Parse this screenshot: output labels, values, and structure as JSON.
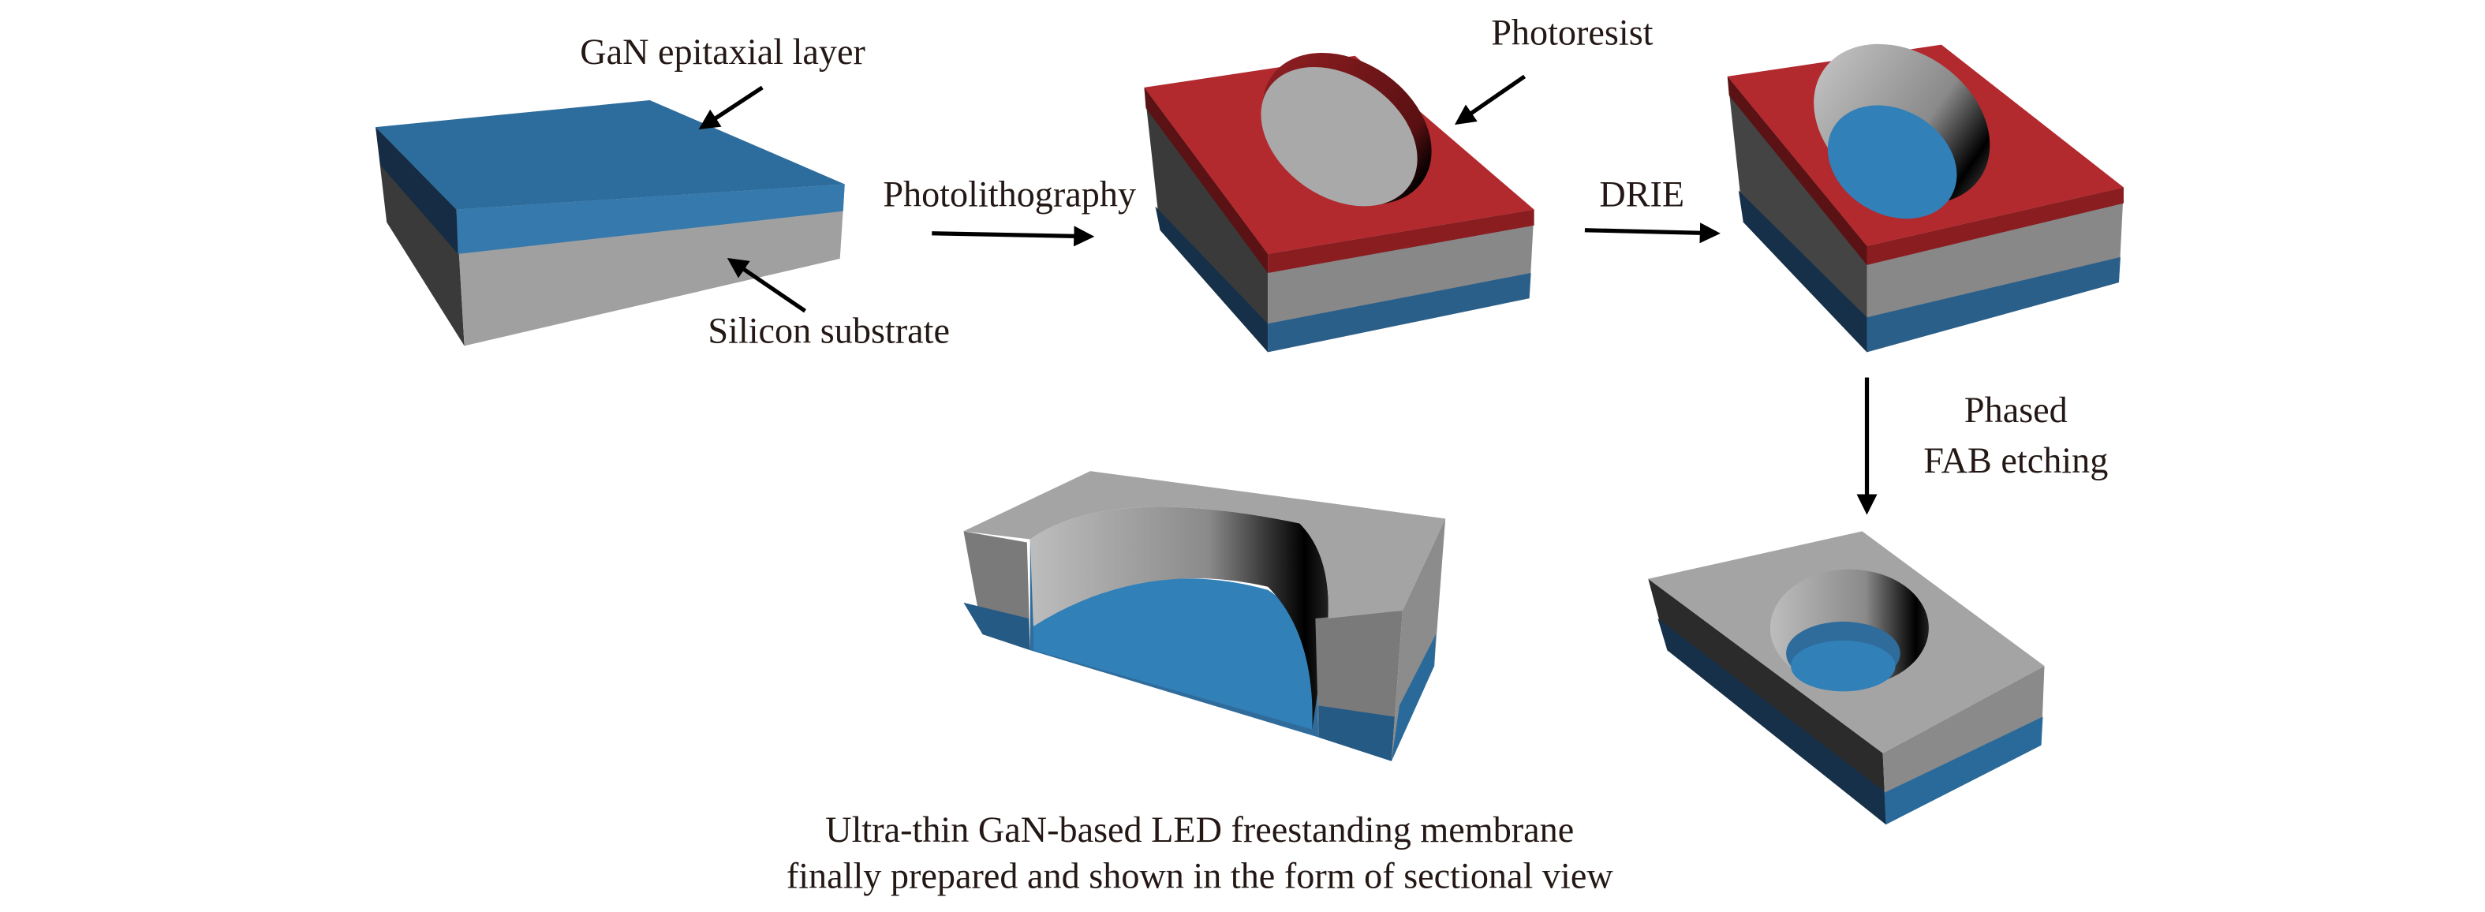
{
  "labels": {
    "gan_layer": "GaN epitaxial layer",
    "silicon_substrate": "Silicon substrate",
    "photoresist": "Photoresist",
    "step1": "Photolithography",
    "step2": "DRIE",
    "step3_line1": "Phased",
    "step3_line2": "FAB etching",
    "caption_line1": "Ultra-thin GaN-based LED freestanding membrane",
    "caption_line2": "finally prepared and shown in the form of sectional view"
  },
  "colors": {
    "gan_top": "#2d6d9d",
    "gan_side": "#3579ad",
    "gan_dark": "#16304a",
    "silicon": "#a0a0a0",
    "silicon_dark": "#3a3a3a",
    "photoresist": "#b2292e",
    "photoresist_dark": "#7e1c1f"
  }
}
